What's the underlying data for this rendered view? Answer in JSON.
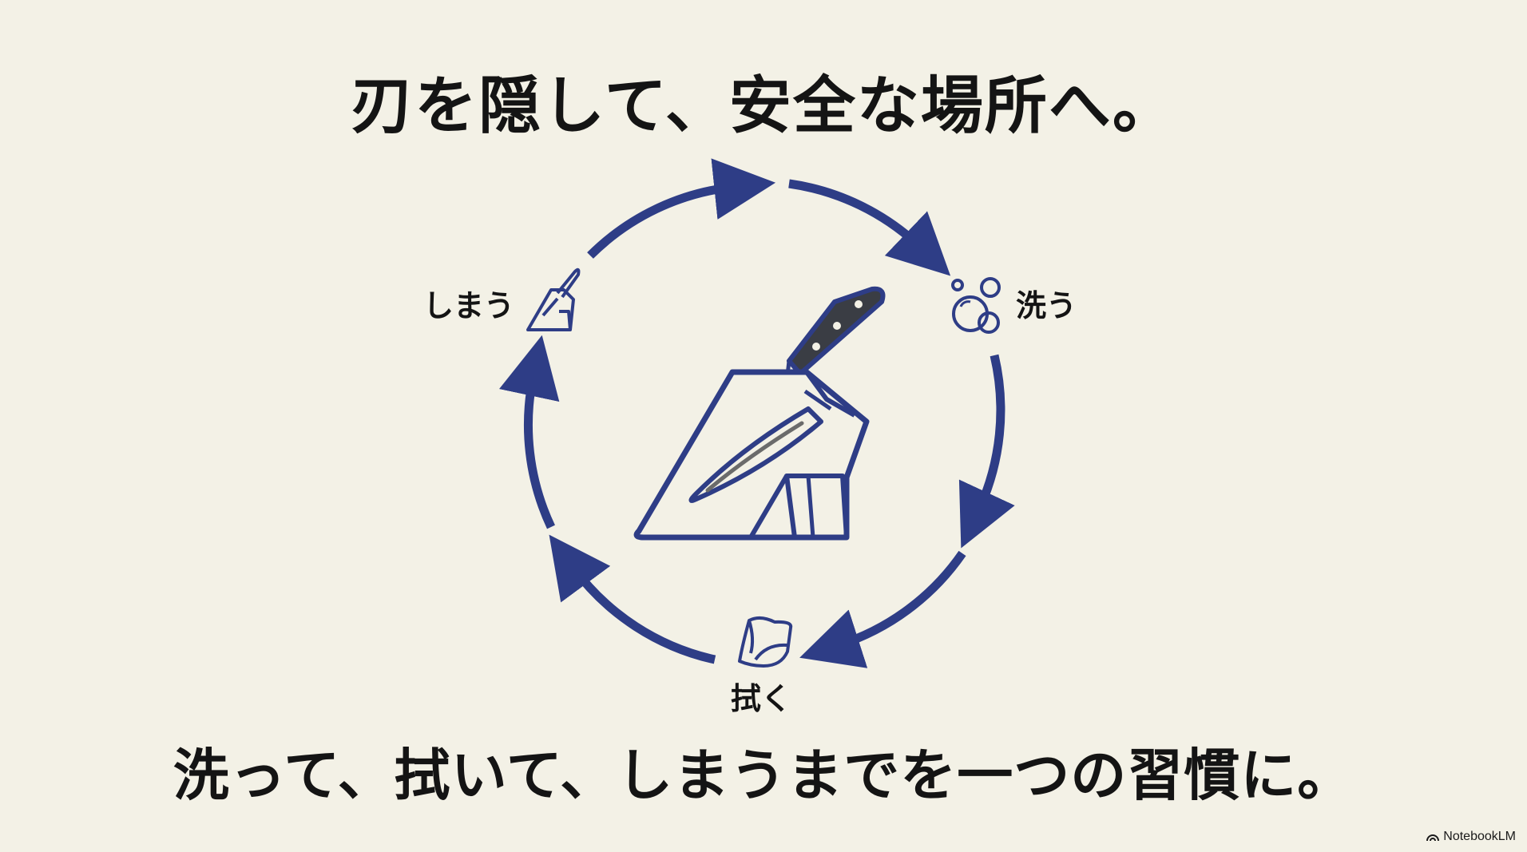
{
  "title": "刃を隠して、安全な場所へ。",
  "caption": "洗って、拭いて、しまうまでを一つの習慣に。",
  "cycle": {
    "steps": [
      {
        "label": "洗う",
        "icon": "bubbles-icon"
      },
      {
        "label": "拭く",
        "icon": "cloth-icon"
      },
      {
        "label": "しまう",
        "icon": "knife-block-icon"
      }
    ],
    "center_icon": "knife-in-block-icon"
  },
  "brand": {
    "label": "NotebookLM",
    "icon": "notebooklm-icon"
  },
  "colors": {
    "background": "#f3f1e6",
    "accent": "#2e3d86",
    "text": "#141414",
    "knife_handle": "#3a3d44",
    "blade_edge": "#6b6b6b"
  }
}
